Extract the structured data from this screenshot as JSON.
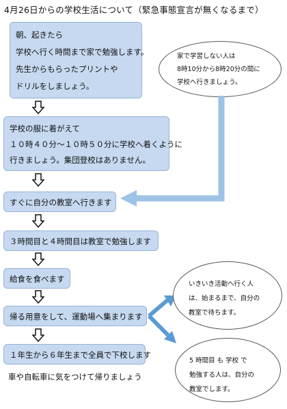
{
  "title": "4月26日からの学校生活について（緊急事態宣言が無くなるまで）",
  "steps": [
    {
      "lines": [
        "朝、起きたら",
        "学校へ行く時間まで家で勉強します。",
        "先生からもらったプリントや",
        "ドリルをしましょう。"
      ]
    },
    {
      "lines": [
        "学校の服に着がえて",
        "１０時４０分～１０時５０分に学校へ着くように",
        "行きましょう。集団登校はありません。"
      ]
    },
    {
      "lines": [
        "すぐに自分の教室へ行きます"
      ]
    },
    {
      "lines": [
        "３時間目と４時間目は教室で勉強します"
      ]
    },
    {
      "lines": [
        "給食を食べます"
      ]
    },
    {
      "lines": [
        "帰る用意をして、運動場へ集まります"
      ]
    },
    {
      "lines": [
        "１年生から６年生まで全員で下校します"
      ]
    }
  ],
  "footer": "車や自転車に気をつけて帰りましょう",
  "notes": {
    "home_study": [
      "家で学習しない人は",
      "8時10分から8時20分の間に",
      "学校へ行きましょう。"
    ],
    "ikiiki": [
      "いきいき活動へ行く人",
      "は、始まるまで、自分の",
      "教室で待ちます。"
    ],
    "period5": [
      "5 時間目 も 学校 で",
      "勉強する人は、自分の",
      "教室でします。"
    ]
  },
  "colors": {
    "box_fill": "#c6d9f0",
    "box_border": "#95b3d7",
    "arrow": "#9dc3e6"
  }
}
